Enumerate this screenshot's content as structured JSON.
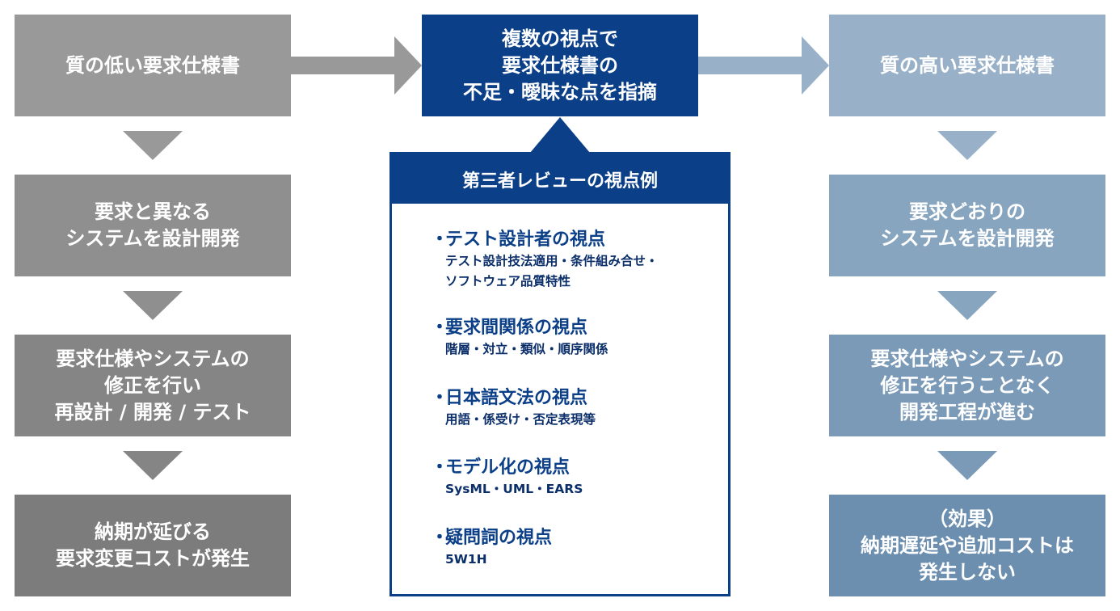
{
  "left": [
    "質の低い要求仕様書",
    "要求と異なる\nシステムを設計開発",
    "要求仕様やシステムの\n修正を行い\n再設計 / 開発 / テスト",
    "納期が延びる\n要求変更コストが発生"
  ],
  "center": {
    "title": "複数の視点で\n要求仕様書の\n不足・曖昧な点を指摘"
  },
  "right": [
    "質の高い要求仕様書",
    "要求どおりの\nシステムを設計開発",
    "要求仕様やシステムの\n修正を行うことなく\n開発工程が進む",
    "（効果）\n納期遅延や追加コストは\n発生しない"
  ],
  "panel": {
    "heading": "第三者レビューの視点例",
    "items": [
      {
        "title": "テスト設計者の視点",
        "detail": "テスト設計技法適用・条件組み合せ・\nソフトウェア品質特性"
      },
      {
        "title": "要求間関係の視点",
        "detail": "階層・対立・類似・順序関係"
      },
      {
        "title": "日本語文法の視点",
        "detail": "用語・係受け・否定表現等"
      },
      {
        "title": "モデル化の視点",
        "detail": "SysML・UML・EARS"
      },
      {
        "title": "疑問詞の視点",
        "detail": "5W1H"
      }
    ]
  },
  "colors": {
    "navy": "#0b3f88",
    "gray_arrow": "#999999",
    "blue_arrow": "#98b1c8"
  }
}
